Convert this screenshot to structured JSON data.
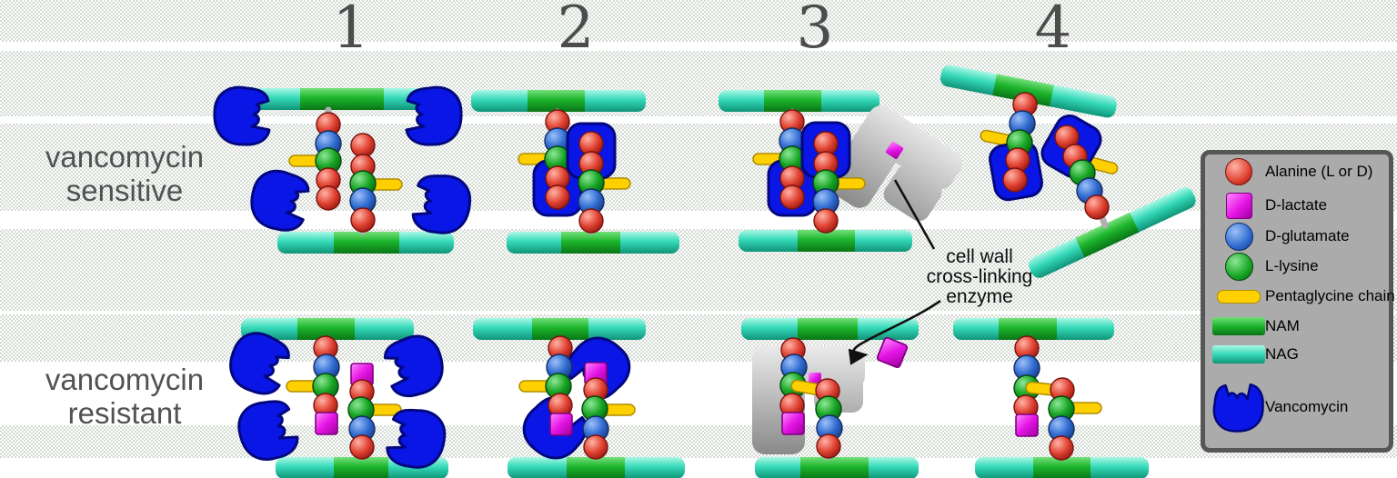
{
  "figure": {
    "steps": [
      "1",
      "2",
      "3",
      "4"
    ],
    "row_labels": {
      "sensitive_line1": "vancomycin",
      "sensitive_line2": "sensitive",
      "resistant_line1": "vancomycin",
      "resistant_line2": "resistant"
    },
    "annotation": {
      "line1": "cell wall",
      "line2": "cross-linking",
      "line3": "enzyme"
    }
  },
  "legend": {
    "items": [
      {
        "swatch": "alanine-sphere",
        "label": "Alanine (L or D)"
      },
      {
        "swatch": "d-lactate-square",
        "label": "D-lactate"
      },
      {
        "swatch": "d-glutamate-sphere",
        "label": "D-glutamate"
      },
      {
        "swatch": "l-lysine-sphere",
        "label": "L-lysine"
      },
      {
        "swatch": "pentaglycine-pill",
        "label": "Pentaglycine chain"
      },
      {
        "swatch": "nam-bar",
        "label": "NAM"
      },
      {
        "swatch": "nag-bar",
        "label": "NAG"
      },
      {
        "swatch": "vancomycin-shape",
        "label": "Vancomycin"
      }
    ]
  },
  "colors": {
    "nag_teal": "#2fd6b4",
    "nam_green": "#1cb42c",
    "alanine_red": "#e04232",
    "d_lactate_magenta": "#e414e4",
    "d_glutamate_blue": "#2f6bd0",
    "l_lysine_green": "#16a423",
    "pentaglycine_yellow": "#ffd000",
    "vancomycin_blue": "#0a16e6",
    "enzyme_gray": "#b5b5b5",
    "label_gray": "#525252",
    "annotation_black": "#0d0d0d",
    "legend_bg": "#ababab",
    "legend_border": "#565656"
  }
}
